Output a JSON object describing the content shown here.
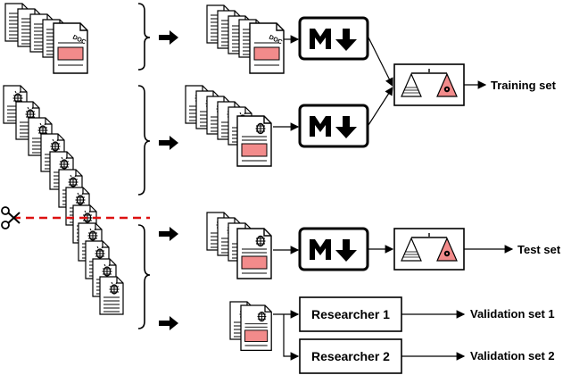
{
  "labels": {
    "training": "Training set",
    "test": "Test set",
    "validation1": "Validation set 1",
    "validation2": "Validation set 2",
    "researcher1": "Researcher 1",
    "researcher2": "Researcher 2",
    "doc_tag": "DOC"
  },
  "icons": {
    "document": "doc-icon",
    "bug_report": "bug-icon",
    "markdown": "markdown-icon",
    "balance": "balance-scale-icon",
    "scissors": "scissors-icon",
    "arrow": "arrow-right-icon"
  },
  "colors": {
    "highlight": "#f28b8b",
    "split_line": "#dd1111",
    "ink": "#000000"
  }
}
